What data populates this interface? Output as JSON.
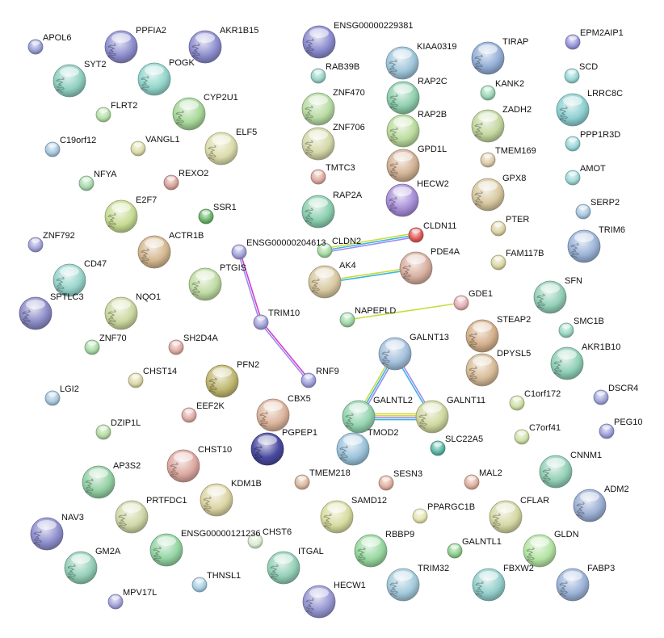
{
  "nodes": [
    {
      "id": "APOL6",
      "color": "#9aa0d8",
      "kind": "small"
    },
    {
      "id": "PPFIA2",
      "color": "#8f8fd0",
      "kind": "structure"
    },
    {
      "id": "AKR1B15",
      "color": "#8e8ed0",
      "kind": "structure"
    },
    {
      "id": "ENSG00000229381",
      "color": "#8c8cd0",
      "kind": "structure"
    },
    {
      "id": "KIAA0319",
      "color": "#9fc6da",
      "kind": "structure"
    },
    {
      "id": "TIRAP",
      "color": "#93aed6",
      "kind": "structure"
    },
    {
      "id": "EPM2AIP1",
      "color": "#9a98dc",
      "kind": "small"
    },
    {
      "id": "SYT2",
      "color": "#8fcfc0",
      "kind": "structure"
    },
    {
      "id": "POGK",
      "color": "#93d6cc",
      "kind": "structure"
    },
    {
      "id": "RAB39B",
      "color": "#9ad6c8",
      "kind": "small"
    },
    {
      "id": "SCD",
      "color": "#9ad8d6",
      "kind": "small"
    },
    {
      "id": "RAP2C",
      "color": "#8fcfae",
      "kind": "structure"
    },
    {
      "id": "KANK2",
      "color": "#9ad8b8",
      "kind": "small"
    },
    {
      "id": "LRRC8C",
      "color": "#8fd0d2",
      "kind": "structure"
    },
    {
      "id": "CYP2U1",
      "color": "#a8d89a",
      "kind": "structure"
    },
    {
      "id": "ZNF470",
      "color": "#b8dca4",
      "kind": "structure"
    },
    {
      "id": "FLRT2",
      "color": "#b4e0a6",
      "kind": "small"
    },
    {
      "id": "ZADH2",
      "color": "#c4d8a0",
      "kind": "structure"
    },
    {
      "id": "RAP2B",
      "color": "#bcdc9e",
      "kind": "structure"
    },
    {
      "id": "ZNF706",
      "color": "#d4d8a8",
      "kind": "structure"
    },
    {
      "id": "C19orf12",
      "color": "#a8c8e0",
      "kind": "small"
    },
    {
      "id": "VANGL1",
      "color": "#dcdcaa",
      "kind": "small"
    },
    {
      "id": "ELF5",
      "color": "#dcdcac",
      "kind": "structure"
    },
    {
      "id": "GPD1L",
      "color": "#d2b294",
      "kind": "structure"
    },
    {
      "id": "TMEM169",
      "color": "#dcccaa",
      "kind": "small"
    },
    {
      "id": "PPP1R3D",
      "color": "#9cd8d8",
      "kind": "small"
    },
    {
      "id": "AMOT",
      "color": "#a0d8d8",
      "kind": "small"
    },
    {
      "id": "NFYA",
      "color": "#a8dcb0",
      "kind": "small"
    },
    {
      "id": "REXO2",
      "color": "#d8a49c",
      "kind": "small"
    },
    {
      "id": "TMTC3",
      "color": "#e0aca0",
      "kind": "small"
    },
    {
      "id": "GPX8",
      "color": "#d8c8a0",
      "kind": "structure"
    },
    {
      "id": "HECW2",
      "color": "#a88fd8",
      "kind": "structure"
    },
    {
      "id": "RAP2A",
      "color": "#8ccfb0",
      "kind": "structure"
    },
    {
      "id": "E2F7",
      "color": "#c8dc94",
      "kind": "structure"
    },
    {
      "id": "SSR1",
      "color": "#6cb86c",
      "kind": "small"
    },
    {
      "id": "CLDN11",
      "color": "#e05a5a",
      "kind": "small"
    },
    {
      "id": "SERP2",
      "color": "#a8c8e0",
      "kind": "small"
    },
    {
      "id": "PTER",
      "color": "#dcd4a4",
      "kind": "small"
    },
    {
      "id": "TRIM6",
      "color": "#9cb4d8",
      "kind": "structure"
    },
    {
      "id": "ZNF792",
      "color": "#a4a4dc",
      "kind": "small"
    },
    {
      "id": "ACTR1B",
      "color": "#d4b890",
      "kind": "structure"
    },
    {
      "id": "ENSG00000204613",
      "color": "#a4a4dc",
      "kind": "small"
    },
    {
      "id": "CLDN2",
      "color": "#a8dca4",
      "kind": "small"
    },
    {
      "id": "PDE4A",
      "color": "#d8b0a0",
      "kind": "structure"
    },
    {
      "id": "FAM117B",
      "color": "#dcd8a8",
      "kind": "small"
    },
    {
      "id": "CD47",
      "color": "#98d4cc",
      "kind": "structure"
    },
    {
      "id": "PTGIS",
      "color": "#c0dca4",
      "kind": "structure"
    },
    {
      "id": "AK4",
      "color": "#d8c8a0",
      "kind": "structure"
    },
    {
      "id": "SFN",
      "color": "#94d0b8",
      "kind": "structure"
    },
    {
      "id": "SPTLC3",
      "color": "#8c8cc8",
      "kind": "structure"
    },
    {
      "id": "NQO1",
      "color": "#ccd8a0",
      "kind": "structure"
    },
    {
      "id": "TRIM10",
      "color": "#a4a4dc",
      "kind": "small"
    },
    {
      "id": "GDE1",
      "color": "#e4b0b4",
      "kind": "small"
    },
    {
      "id": "NAPEPLD",
      "color": "#a0d8a8",
      "kind": "small"
    },
    {
      "id": "STEAP2",
      "color": "#d4b08c",
      "kind": "structure"
    },
    {
      "id": "SMC1B",
      "color": "#9cd8c4",
      "kind": "small"
    },
    {
      "id": "ZNF70",
      "color": "#a8dca8",
      "kind": "small"
    },
    {
      "id": "SH2D4A",
      "color": "#e0aca4",
      "kind": "small"
    },
    {
      "id": "GALNT13",
      "color": "#a4c0dc",
      "kind": "structure"
    },
    {
      "id": "DPYSL5",
      "color": "#d8bc98",
      "kind": "structure"
    },
    {
      "id": "AKR1B10",
      "color": "#90d0b8",
      "kind": "structure"
    },
    {
      "id": "CHST14",
      "color": "#dcd8a8",
      "kind": "small"
    },
    {
      "id": "PFN2",
      "color": "#c0b870",
      "kind": "structure"
    },
    {
      "id": "RNF9",
      "color": "#a0a0dc",
      "kind": "small"
    },
    {
      "id": "LGI2",
      "color": "#a8c8e0",
      "kind": "small"
    },
    {
      "id": "C1orf172",
      "color": "#d0e0a8",
      "kind": "small"
    },
    {
      "id": "DSCR4",
      "color": "#a4a8dc",
      "kind": "small"
    },
    {
      "id": "EEF2K",
      "color": "#e0aca8",
      "kind": "small"
    },
    {
      "id": "CBX5",
      "color": "#dcb49c",
      "kind": "structure"
    },
    {
      "id": "GALNTL2",
      "color": "#94d4b0",
      "kind": "structure"
    },
    {
      "id": "GALNT11",
      "color": "#d0d8a0",
      "kind": "structure"
    },
    {
      "id": "C7orf41",
      "color": "#d0e0a8",
      "kind": "small"
    },
    {
      "id": "PEG10",
      "color": "#a0a0dc",
      "kind": "small"
    },
    {
      "id": "DZIP1L",
      "color": "#b4dca4",
      "kind": "small"
    },
    {
      "id": "PGPEP1",
      "color": "#4a4aa0",
      "kind": "structure"
    },
    {
      "id": "TMOD2",
      "color": "#9cc4dc",
      "kind": "structure"
    },
    {
      "id": "SLC22A5",
      "color": "#5cb8a8",
      "kind": "small"
    },
    {
      "id": "CHST10",
      "color": "#dca8a0",
      "kind": "structure"
    },
    {
      "id": "CNNM1",
      "color": "#94d0b8",
      "kind": "structure"
    },
    {
      "id": "AP3S2",
      "color": "#94d0a4",
      "kind": "structure"
    },
    {
      "id": "TMEM218",
      "color": "#dcb8a0",
      "kind": "small"
    },
    {
      "id": "SESN3",
      "color": "#e0b0a0",
      "kind": "small"
    },
    {
      "id": "MAL2",
      "color": "#e0b0a0",
      "kind": "small"
    },
    {
      "id": "KDM1B",
      "color": "#dcd4a4",
      "kind": "structure"
    },
    {
      "id": "ADM2",
      "color": "#9cb0d4",
      "kind": "structure"
    },
    {
      "id": "PRTFDC1",
      "color": "#d0d8a8",
      "kind": "structure"
    },
    {
      "id": "SAMD12",
      "color": "#d8dca0",
      "kind": "structure"
    },
    {
      "id": "PPARGC1B",
      "color": "#e4e4b0",
      "kind": "small"
    },
    {
      "id": "CFLAR",
      "color": "#d4d8a4",
      "kind": "structure"
    },
    {
      "id": "NAV3",
      "color": "#9090d0",
      "kind": "structure"
    },
    {
      "id": "ENSG00000121236",
      "color": "#94d4a4",
      "kind": "structure"
    },
    {
      "id": "CHST6",
      "color": "#dcecd0",
      "kind": "small"
    },
    {
      "id": "GLDN",
      "color": "#b4e4a4",
      "kind": "structure"
    },
    {
      "id": "GALNTL1",
      "color": "#90d090",
      "kind": "small"
    },
    {
      "id": "RBBP9",
      "color": "#98d8a0",
      "kind": "structure"
    },
    {
      "id": "GM2A",
      "color": "#94d0b8",
      "kind": "structure"
    },
    {
      "id": "ITGAL",
      "color": "#94d0b8",
      "kind": "structure"
    },
    {
      "id": "THNSL1",
      "color": "#a8d0e4",
      "kind": "small"
    },
    {
      "id": "TRIM32",
      "color": "#a4cadc",
      "kind": "structure"
    },
    {
      "id": "FBXW2",
      "color": "#94d0cc",
      "kind": "structure"
    },
    {
      "id": "FABP3",
      "color": "#9cb4d8",
      "kind": "structure"
    },
    {
      "id": "MPV17L",
      "color": "#a4a4dc",
      "kind": "small"
    },
    {
      "id": "HECW1",
      "color": "#9898d4",
      "kind": "structure"
    }
  ],
  "edges": [
    {
      "source": "CLDN2",
      "target": "CLDN11",
      "evidence": [
        "#c8dc3c",
        "#3cb4e0",
        "#9c8cf0"
      ]
    },
    {
      "source": "ENSG00000204613",
      "target": "TRIM10",
      "evidence": [
        "#d040d0",
        "#9c8cf0"
      ]
    },
    {
      "source": "TRIM10",
      "target": "RNF9",
      "evidence": [
        "#d040d0",
        "#9c8cf0"
      ]
    },
    {
      "source": "AK4",
      "target": "PDE4A",
      "evidence": [
        "#c8dc3c",
        "#3cb4e0"
      ]
    },
    {
      "source": "NAPEPLD",
      "target": "GDE1",
      "evidence": [
        "#c8dc3c"
      ]
    },
    {
      "source": "GALNT13",
      "target": "GALNTL2",
      "evidence": [
        "#9c8cf0",
        "#3cb4e0",
        "#c8dc3c"
      ]
    },
    {
      "source": "GALNT13",
      "target": "GALNT11",
      "evidence": [
        "#9c8cf0",
        "#3cb4e0"
      ]
    },
    {
      "source": "GALNTL2",
      "target": "GALNT11",
      "evidence": [
        "#c8dc3c",
        "#e0d04c",
        "#9c8cf0",
        "#3cb4e0"
      ]
    }
  ]
}
